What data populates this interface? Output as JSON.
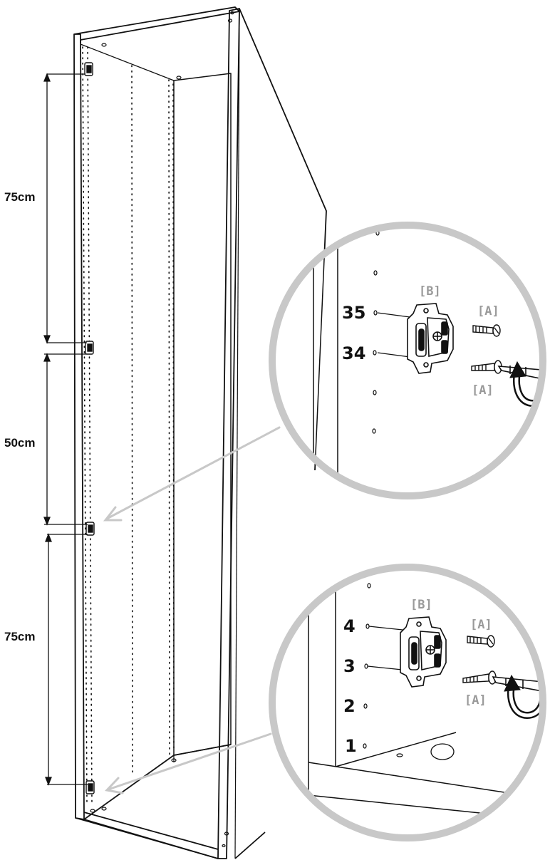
{
  "colors": {
    "line": "#111111",
    "magnifier_ring": "#c8c8c8",
    "pointer_arrow": "#c8c8c8",
    "part_label": "#9a9a9a"
  },
  "dimensions": {
    "top": "75cm",
    "middle": "50cm",
    "bottom": "75cm"
  },
  "detail_upper": {
    "hole_label_top": "35",
    "hole_label_bottom": "34",
    "plate_label": "[B]",
    "screw_label_top": "[A]",
    "screw_label_bottom": "[A]"
  },
  "detail_lower": {
    "hole_labels": [
      "4",
      "3",
      "2",
      "1"
    ],
    "plate_label": "[B]",
    "screw_label_top": "[A]",
    "screw_label_bottom": "[A]"
  },
  "icons": {
    "hinge_plate": "hinge-mounting-plate-icon",
    "screw": "screw-icon",
    "screwdriver": "screwdriver-icon",
    "rotation": "clockwise-rotation-arrow-icon"
  }
}
